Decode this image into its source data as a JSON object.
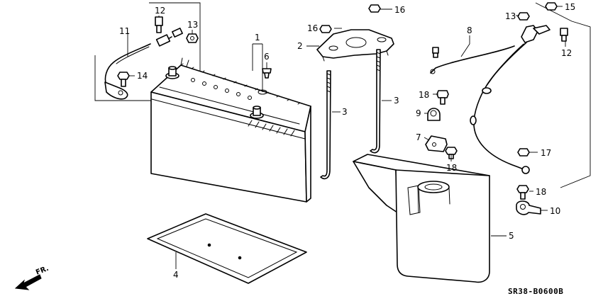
{
  "diagram": {
    "drawing_code": "SR38-B0600B",
    "direction_label": "FR.",
    "callouts": {
      "c1": "1",
      "c2": "2",
      "c3a": "3",
      "c3b": "3",
      "c4": "4",
      "c5": "5",
      "c6": "6",
      "c7": "7",
      "c8": "8",
      "c9": "9",
      "c10": "10",
      "c11": "11",
      "c12a": "12",
      "c12b": "12",
      "c13a": "13",
      "c13b": "13",
      "c14": "14",
      "c15": "15",
      "c16a": "16",
      "c16b": "16",
      "c17": "17",
      "c18a": "18",
      "c18b": "18",
      "c18c": "18"
    }
  }
}
